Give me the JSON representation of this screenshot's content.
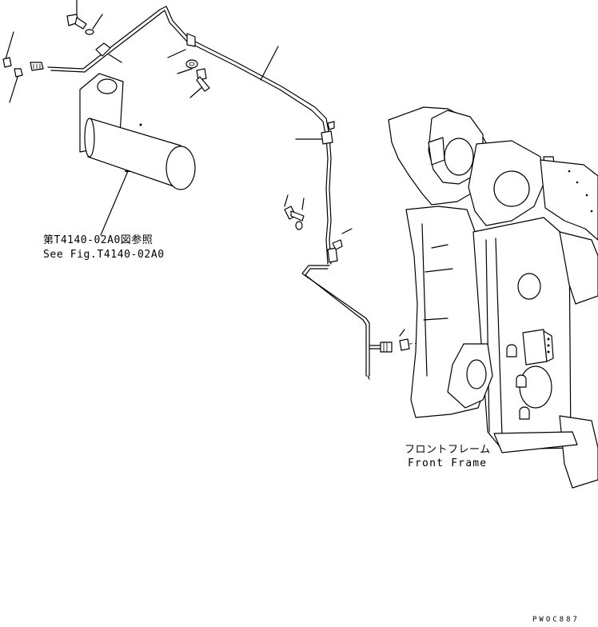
{
  "drawing": {
    "reference_jp": "第T4140-02A0図参照",
    "reference_en": "See Fig.T4140-02A0",
    "frame_label_jp": "フロントフレーム",
    "frame_label_en": "Front Frame",
    "drawing_code": "PWOC887"
  },
  "icons": [
    "bolt-icon",
    "washer-icon",
    "elbow-fitting-icon",
    "pipe-clamp-icon",
    "grease-nipple-icon",
    "connector-block-icon",
    "pin-icon"
  ]
}
